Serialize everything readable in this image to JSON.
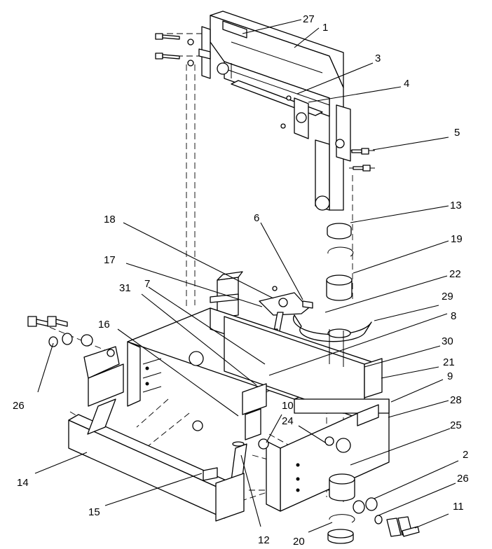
{
  "diagram": {
    "callouts": [
      {
        "id": "c27",
        "text": "27"
      },
      {
        "id": "c1",
        "text": "1"
      },
      {
        "id": "c3",
        "text": "3"
      },
      {
        "id": "c4",
        "text": "4"
      },
      {
        "id": "c5",
        "text": "5"
      },
      {
        "id": "c13",
        "text": "13"
      },
      {
        "id": "c18",
        "text": "18"
      },
      {
        "id": "c6",
        "text": "6"
      },
      {
        "id": "c19",
        "text": "19"
      },
      {
        "id": "c17",
        "text": "17"
      },
      {
        "id": "c22",
        "text": "22"
      },
      {
        "id": "c31",
        "text": "31"
      },
      {
        "id": "c7",
        "text": "7"
      },
      {
        "id": "c29",
        "text": "29"
      },
      {
        "id": "c16",
        "text": "16"
      },
      {
        "id": "c8",
        "text": "8"
      },
      {
        "id": "c30",
        "text": "30"
      },
      {
        "id": "c21",
        "text": "21"
      },
      {
        "id": "c26a",
        "text": "26"
      },
      {
        "id": "c9",
        "text": "9"
      },
      {
        "id": "c28",
        "text": "28"
      },
      {
        "id": "c10",
        "text": "10"
      },
      {
        "id": "c24",
        "text": "24"
      },
      {
        "id": "c25",
        "text": "25"
      },
      {
        "id": "c14",
        "text": "14"
      },
      {
        "id": "c2",
        "text": "2"
      },
      {
        "id": "c26b",
        "text": "26"
      },
      {
        "id": "c15",
        "text": "15"
      },
      {
        "id": "c11",
        "text": "11"
      },
      {
        "id": "c12",
        "text": "12"
      },
      {
        "id": "c20",
        "text": "20"
      }
    ]
  }
}
